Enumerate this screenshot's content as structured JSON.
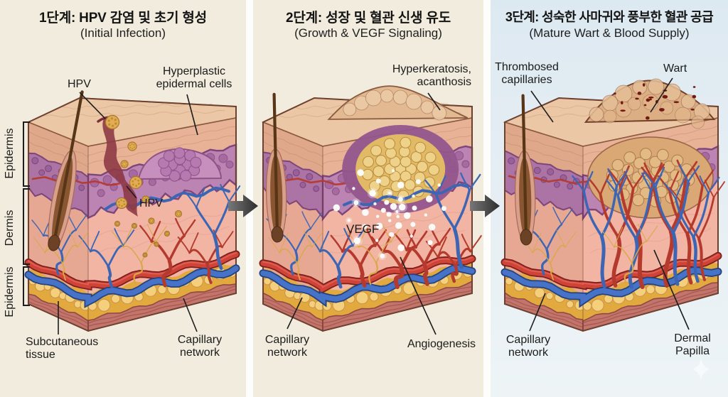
{
  "figure": "HPV wart formation stages skin cross-section diagram",
  "colors": {
    "bg_cream": "#f1ecdd",
    "bg_blue_top": "#dde9f1",
    "bg_blue_bottom": "#eef4f6",
    "text": "#1b1b1b",
    "arrow_dark": "#3a3a3a",
    "artery_red": "#b43a2e",
    "vein_blue": "#3c66b4",
    "fat_yellow": "#e2a93f",
    "epidermis_purple": "#bb84b3",
    "hpv_gold": "#e2ac50"
  },
  "icons": {
    "stage_transition_arrow": "right-arrow",
    "sparkle": "four-point-star"
  },
  "panels": [
    {
      "stage": "1",
      "title_ko": "1단계: HPV 감염 및 초기 형성",
      "title_en": "(Initial Infection)",
      "labels": {
        "hpv_top": "HPV",
        "hyperplastic": "Hyperplastic epidermal cells",
        "hpv_mid": "HPV",
        "side_top": "Epidermis",
        "side_mid": "Dermis",
        "side_bottom": "Epidermis",
        "subcutaneous": "Subcutaneous tissue",
        "capillary": "Capillary network"
      }
    },
    {
      "stage": "2",
      "title_ko": "2단계: 성장 및 혈관 신생 유도",
      "title_en": "(Growth & VEGF Signaling)",
      "labels": {
        "hyperkeratosis": "Hyperkeratosis, acanthosis",
        "vegf": "VEGF",
        "capillary": "Capillary network",
        "angiogenesis": "Angiogenesis"
      }
    },
    {
      "stage": "3",
      "title_ko": "3단계: 성숙한 사마귀와 풍부한 혈관 공급",
      "title_en": "(Mature Wart & Blood Supply)",
      "labels": {
        "thrombosed": "Thrombosed capillaries",
        "wart": "Wart",
        "capillary": "Capillary network",
        "dermal_papilla": "Dermal Papilla"
      }
    }
  ]
}
